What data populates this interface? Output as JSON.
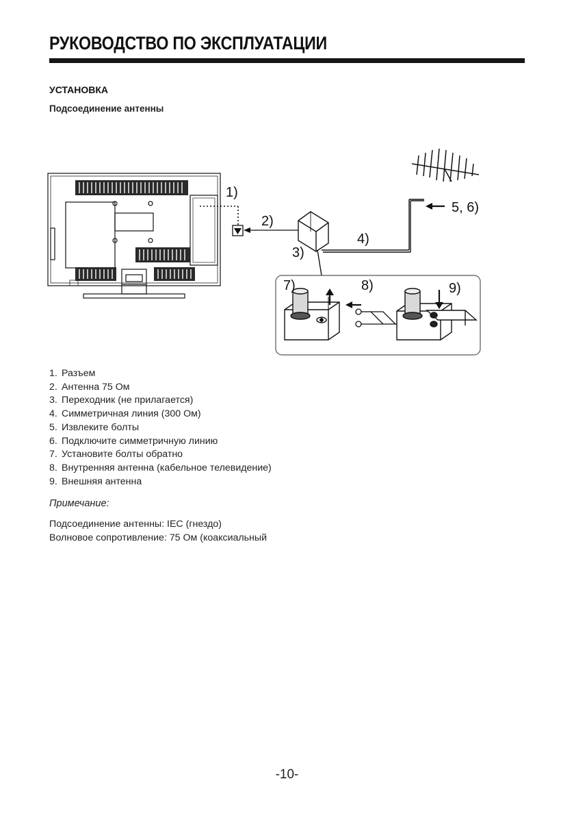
{
  "header": {
    "title": "РУКОВОДСТВО ПО ЭКСПЛУАТАЦИИ"
  },
  "section": {
    "heading": "УСТАНОВКА",
    "subheading": "Подсоединение антенны"
  },
  "diagram": {
    "labels": {
      "l1": "1)",
      "l2": "2)",
      "l3": "3)",
      "l4": "4)",
      "l56": "5, 6)",
      "l7": "7)",
      "l8": "8)",
      "l9": "9)"
    }
  },
  "legend": [
    {
      "num": "1.",
      "text": "Разъем"
    },
    {
      "num": "2.",
      "text": "Антенна 75 Ом"
    },
    {
      "num": "3.",
      "text": "Переходник (не прилагается)"
    },
    {
      "num": "4.",
      "text": "Симметричная линия (300 Ом)"
    },
    {
      "num": "5.",
      "text": "Извлеките болты"
    },
    {
      "num": "6.",
      "text": "Подключите симметричную линию"
    },
    {
      "num": "7.",
      "text": "Установите болты обратно"
    },
    {
      "num": "8.",
      "text": "Внутренняя антенна (кабельное телевидение)"
    },
    {
      "num": "9.",
      "text": "Внешняя антенна"
    }
  ],
  "note": {
    "heading": "Примечание:",
    "lines": [
      "Подсоединение антенны: IEC (гнездо)",
      "Волновое сопротивление: 75 Ом (коаксиальный"
    ]
  },
  "footer": {
    "page_number": "-10-"
  }
}
